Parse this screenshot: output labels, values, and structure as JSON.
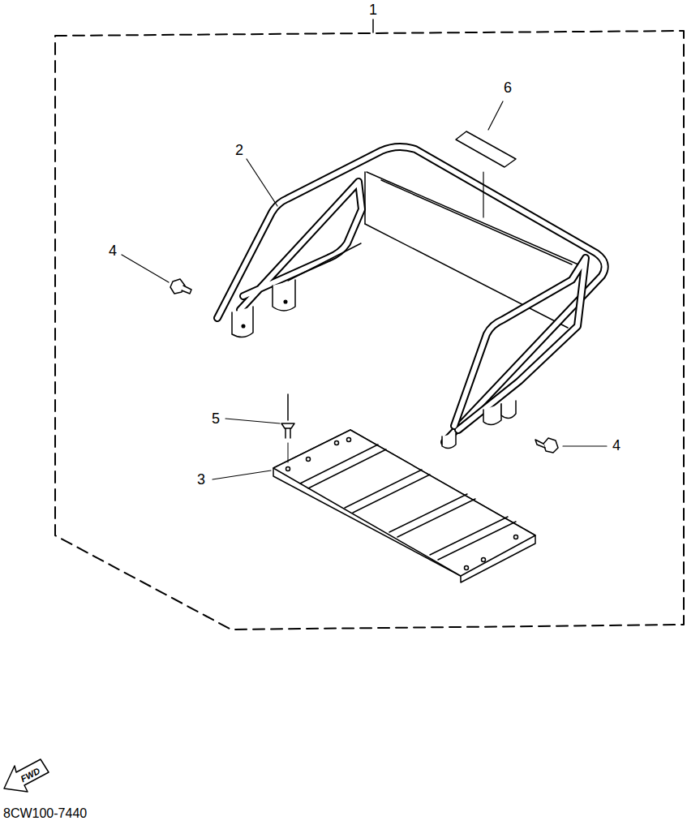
{
  "diagram": {
    "labels": [
      "1",
      "2",
      "3",
      "4",
      "4",
      "5",
      "6",
      "FWD",
      "8CW100-7440"
    ]
  }
}
